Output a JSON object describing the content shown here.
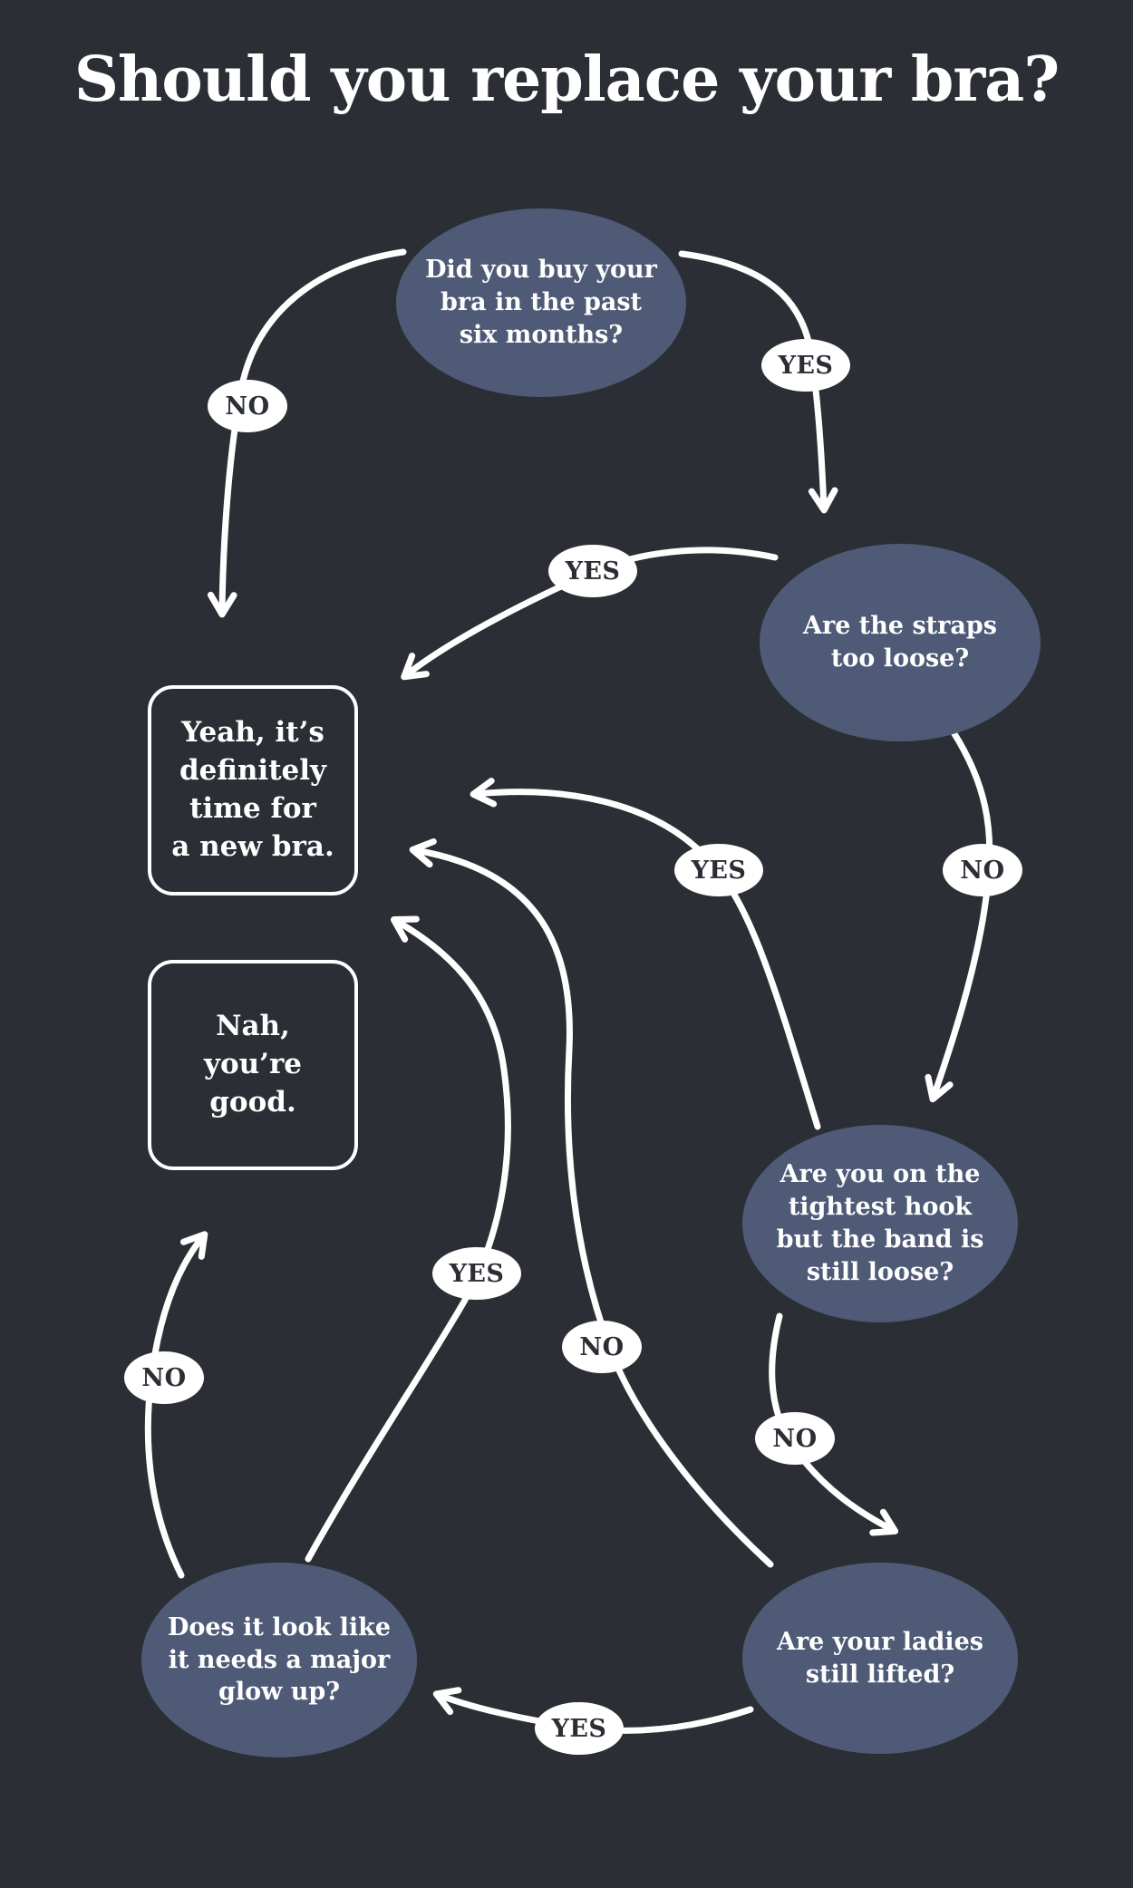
{
  "title": "Should you replace your bra?",
  "colors": {
    "background": "#2b2e34",
    "node_fill": "#4e5a76",
    "node_text": "#ffffff",
    "line": "#ffffff",
    "badge_bg": "#ffffff",
    "badge_text": "#2b2e34"
  },
  "questions": {
    "six_months": "Did you buy your bra in the past six months?",
    "straps": "Are the straps too loose?",
    "hook": "Are you on the tightest hook but the band is still loose?",
    "lifted": "Are your ladies still lifted?",
    "glow_up": "Does it look like it needs a major glow up?"
  },
  "outcomes": {
    "replace": "Yeah, it’s\ndefinitely\ntime for\na new bra.",
    "keep": "Nah,\nyou’re\ngood."
  },
  "edges": [
    {
      "from": "six_months",
      "to": "replace",
      "label": "NO"
    },
    {
      "from": "six_months",
      "to": "straps",
      "label": "YES"
    },
    {
      "from": "straps",
      "to": "replace",
      "label": "YES"
    },
    {
      "from": "straps",
      "to": "hook",
      "label": "NO"
    },
    {
      "from": "hook",
      "to": "replace",
      "label": "YES"
    },
    {
      "from": "hook",
      "to": "lifted",
      "label": "NO"
    },
    {
      "from": "lifted",
      "to": "replace",
      "label": "NO"
    },
    {
      "from": "lifted",
      "to": "glow_up",
      "label": "YES"
    },
    {
      "from": "glow_up",
      "to": "replace",
      "label": "YES"
    },
    {
      "from": "glow_up",
      "to": "keep",
      "label": "NO"
    }
  ]
}
